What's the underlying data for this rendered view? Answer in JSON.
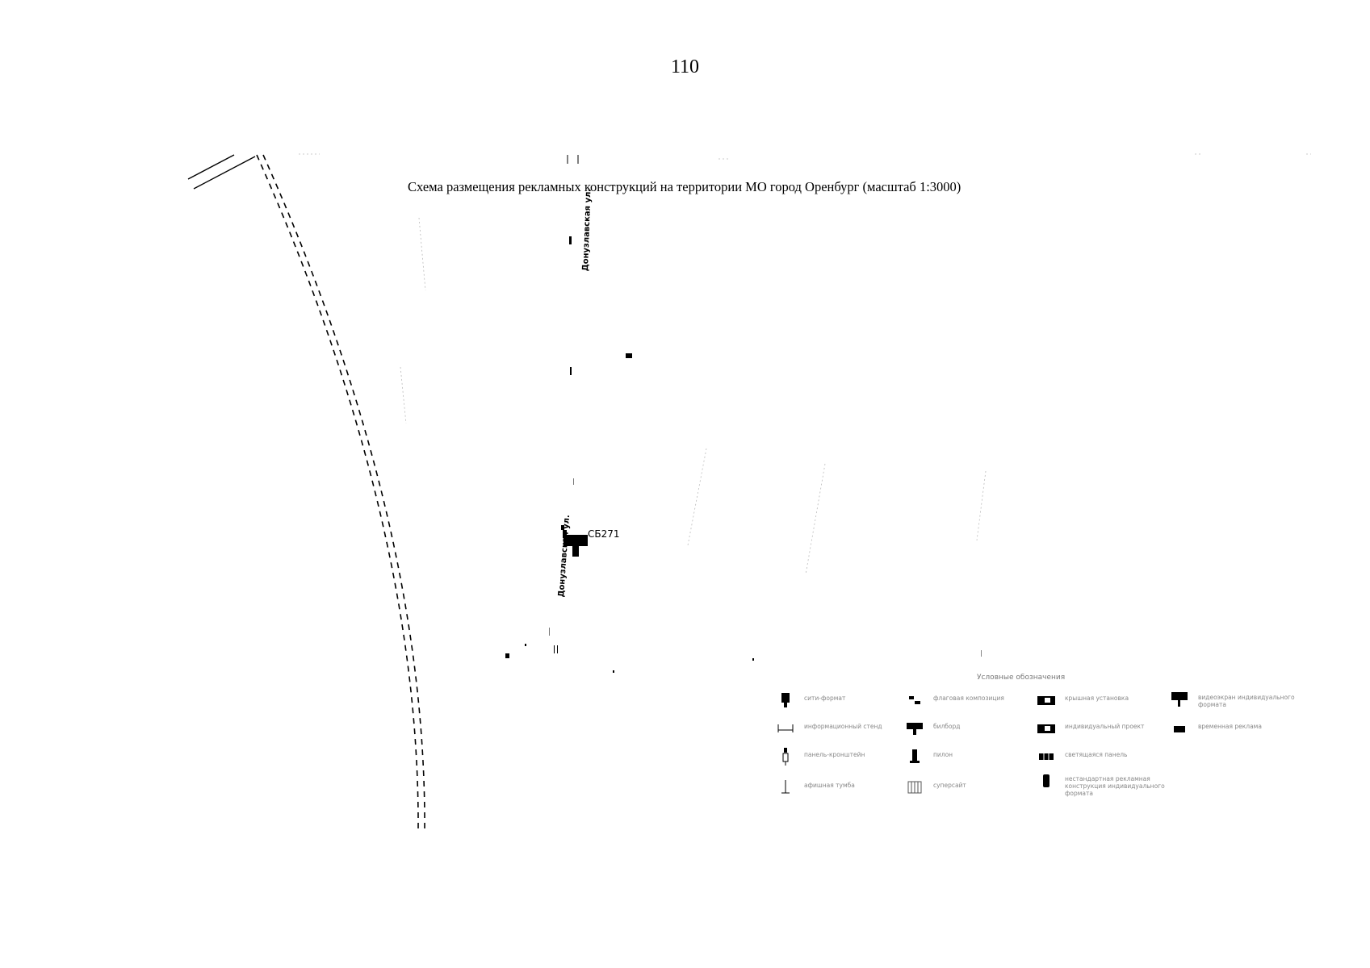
{
  "page_number": "110",
  "title": "Схема размещения рекламных конструкций на территории МО город Оренбург (масштаб 1:3000)",
  "streets": {
    "donuzlavskaya_top": "Донузлавская ул.",
    "donuzlavskaya_bottom": "Донузлавская ул."
  },
  "site_code": "СБ271",
  "legend": {
    "title": "Условные обозначения",
    "items": [
      {
        "id": "sit-format",
        "label": "сити-формат",
        "icon": "sit-format-icon"
      },
      {
        "id": "flag-composition",
        "label": "флаговая композиция",
        "icon": "flag-icon"
      },
      {
        "id": "roof-installation",
        "label": "крышная установка",
        "icon": "roof-icon"
      },
      {
        "id": "video-screen-individual",
        "label": "видеоэкран индивидуального формата",
        "icon": "video-screen-icon"
      },
      {
        "id": "info-stand",
        "label": "информационный стенд",
        "icon": "info-stand-icon"
      },
      {
        "id": "billboard",
        "label": "билборд",
        "icon": "billboard-icon"
      },
      {
        "id": "individual-design",
        "label": "индивидуальный проект",
        "icon": "roof-variant-icon"
      },
      {
        "id": "temporary-ad",
        "label": "временная реклама",
        "icon": "temporary-ad-icon"
      },
      {
        "id": "bracket-panel",
        "label": "панель-кронштейн",
        "icon": "bracket-panel-icon"
      },
      {
        "id": "pillar",
        "label": "пилон",
        "icon": "pillar-icon"
      },
      {
        "id": "transparent",
        "label": "светящаяся панель",
        "icon": "light-panel-icon"
      },
      {
        "id": "info-sign",
        "label": "афишная тумба",
        "icon": "info-sign-icon"
      },
      {
        "id": "super-site",
        "label": "суперсайт",
        "icon": "supersite-icon"
      },
      {
        "id": "non-standard",
        "label": "нестандартная рекламная конструкция индивидуального формата",
        "icon": "non-standard-icon"
      }
    ]
  }
}
